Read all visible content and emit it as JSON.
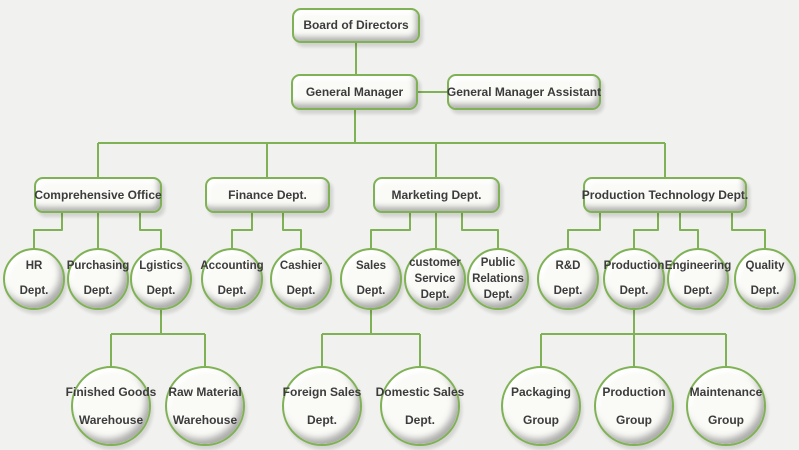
{
  "colors": {
    "accent_green": "#7fb254",
    "canvas_bg": "#f1f1ef",
    "node_fill": "#fafaf7",
    "text": "#3c3c3c"
  },
  "nodes": {
    "board": {
      "label": "Board of Directors"
    },
    "gm": {
      "label": "General Manager"
    },
    "gma": {
      "label": "General Manager Assistant"
    },
    "comp": {
      "label": "Comprehensive Office"
    },
    "fin": {
      "label": "Finance Dept."
    },
    "mkt": {
      "label": "Marketing Dept."
    },
    "ptd": {
      "label": "Production Technology Dept."
    },
    "hr": {
      "lines": [
        "HR",
        "Dept."
      ]
    },
    "purchasing": {
      "lines": [
        "Purchasing",
        "Dept."
      ]
    },
    "lgistics": {
      "lines": [
        "Lgistics",
        "Dept."
      ]
    },
    "accounting": {
      "lines": [
        "Accounting",
        "Dept."
      ]
    },
    "cashier": {
      "lines": [
        "Cashier",
        "Dept."
      ]
    },
    "sales": {
      "lines": [
        "Sales",
        "Dept."
      ]
    },
    "customer_service": {
      "lines": [
        "customer",
        "Service",
        "Dept."
      ]
    },
    "public_relations": {
      "lines": [
        "Public",
        "Relations",
        "Dept."
      ]
    },
    "rd": {
      "lines": [
        "R&D",
        "Dept."
      ]
    },
    "production": {
      "lines": [
        "Production",
        "Dept."
      ]
    },
    "engineering": {
      "lines": [
        "Engineering",
        "Dept."
      ]
    },
    "quality": {
      "lines": [
        "Quality",
        "Dept."
      ]
    },
    "fgw": {
      "lines": [
        "Finished Goods",
        "Warehouse"
      ]
    },
    "rmw": {
      "lines": [
        "Raw Material",
        "Warehouse"
      ]
    },
    "foreign_sales": {
      "lines": [
        "Foreign Sales",
        "Dept."
      ]
    },
    "domestic_sales": {
      "lines": [
        "Domestic Sales",
        "Dept."
      ]
    },
    "packaging": {
      "lines": [
        "Packaging",
        "Group"
      ]
    },
    "production_group": {
      "lines": [
        "Production",
        "Group"
      ]
    },
    "maintenance": {
      "lines": [
        "Maintenance",
        "Group"
      ]
    }
  },
  "edges": [
    [
      "board",
      "gm"
    ],
    [
      "gm",
      "gma"
    ],
    [
      "gm",
      "comp"
    ],
    [
      "gm",
      "fin"
    ],
    [
      "gm",
      "mkt"
    ],
    [
      "gm",
      "ptd"
    ],
    [
      "comp",
      "hr"
    ],
    [
      "comp",
      "purchasing"
    ],
    [
      "comp",
      "lgistics"
    ],
    [
      "fin",
      "accounting"
    ],
    [
      "fin",
      "cashier"
    ],
    [
      "mkt",
      "sales"
    ],
    [
      "mkt",
      "customer_service"
    ],
    [
      "mkt",
      "public_relations"
    ],
    [
      "ptd",
      "rd"
    ],
    [
      "ptd",
      "production"
    ],
    [
      "ptd",
      "engineering"
    ],
    [
      "ptd",
      "quality"
    ],
    [
      "lgistics",
      "fgw"
    ],
    [
      "lgistics",
      "rmw"
    ],
    [
      "sales",
      "foreign_sales"
    ],
    [
      "sales",
      "domestic_sales"
    ],
    [
      "production",
      "packaging"
    ],
    [
      "production",
      "production_group"
    ],
    [
      "production",
      "maintenance"
    ]
  ]
}
